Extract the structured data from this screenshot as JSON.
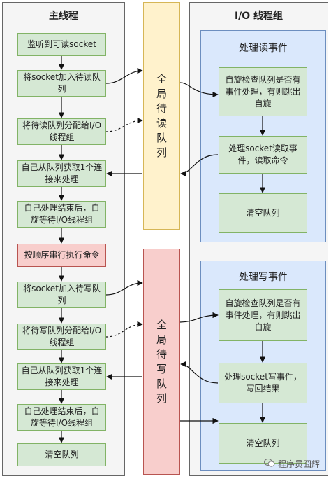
{
  "main_thread": {
    "title": "主线程",
    "steps": [
      "监听到可读socket",
      "将socket加入待读队列",
      "将待读队列分配给I/O 线程组",
      "自己从队列获取1个连接来处理",
      "自己处理结束后，自旋等待I/O线程组",
      "按顺序串行执行命令",
      "将socket加入待写队列",
      "将待写队列分配给I/O 线程组",
      "自己从队列获取1个连接来处理",
      "自己处理结束后，自旋等待I/O线程组",
      "清空队列"
    ]
  },
  "queues": {
    "read": "全局待读队列",
    "write": "全局待写队列"
  },
  "io_group": {
    "title": "I/O 线程组",
    "read_panel": {
      "title": "处理读事件",
      "steps": [
        "自旋检查队列是否有事件处理，有则跳出自旋",
        "处理socket读取事件，读取命令",
        "清空队列"
      ]
    },
    "write_panel": {
      "title": "处理写事件",
      "steps": [
        "自旋检查队列是否有事件处理，有则跳出自旋",
        "处理socket写事件，写回结果",
        "清空队列"
      ]
    }
  },
  "watermark": "程序员囧辉",
  "colors": {
    "step": "#d5e8d4",
    "step_highlight": "#f8cecc",
    "read_queue": "#fff2cc",
    "write_queue": "#f8cecc",
    "io_panel": "#dae8fc"
  }
}
